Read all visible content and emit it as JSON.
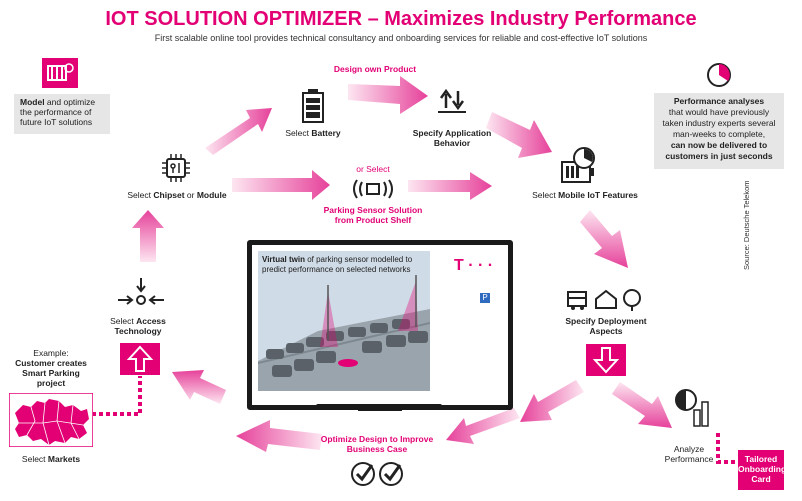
{
  "header": {
    "title": "IOT SOLUTION OPTIMIZER – Maximizes Industry Performance",
    "subtitle": "First scalable online tool provides technical consultancy and onboarding services for reliable and cost-effective IoT solutions"
  },
  "model_box": {
    "bold": "Model",
    "rest": " and optimize the performance of future IoT solutions"
  },
  "performance_box": {
    "line1": "Performance analyses",
    "line2": "that would have previously taken industry experts several man-weeks to complete,",
    "line3": "can now be delivered to customers in just seconds"
  },
  "steps": {
    "design_own": "Design own Product",
    "battery_pre": "Select ",
    "battery_bold": "Battery",
    "specify_app": "Specify Application Behavior",
    "chipset_pre": "Select ",
    "chipset_bold1": "Chipset",
    "chipset_mid": " or ",
    "chipset_bold2": "Module",
    "or_select": "or Select",
    "parking": "Parking Sensor Solution from Product Shelf",
    "mobile_pre": "Select ",
    "mobile_bold": "Mobile IoT Features",
    "access_pre": "Select ",
    "access_bold": "Access",
    "access_post": "Technology",
    "deployment": "Specify Deployment Aspects",
    "example_head": "Example:",
    "example_body": "Customer creates Smart Parking project",
    "markets_pre": "Select ",
    "markets_bold": "Markets",
    "optimize": "Optimize Design to Improve Business Case",
    "analyze": "Analyze Performance",
    "tailored": "Tailored Onboarding Card"
  },
  "monitor": {
    "caption_bold": "Virtual twin",
    "caption_rest": " of parking sensor modelled to predict performance on selected networks",
    "logo": "T · · ·",
    "parking_sign": "P"
  },
  "source": "Source: Deutsche Telekom",
  "colors": {
    "accent": "#e20074",
    "arrow_light": "#f7c6df",
    "grey": "#e6e6e6"
  }
}
